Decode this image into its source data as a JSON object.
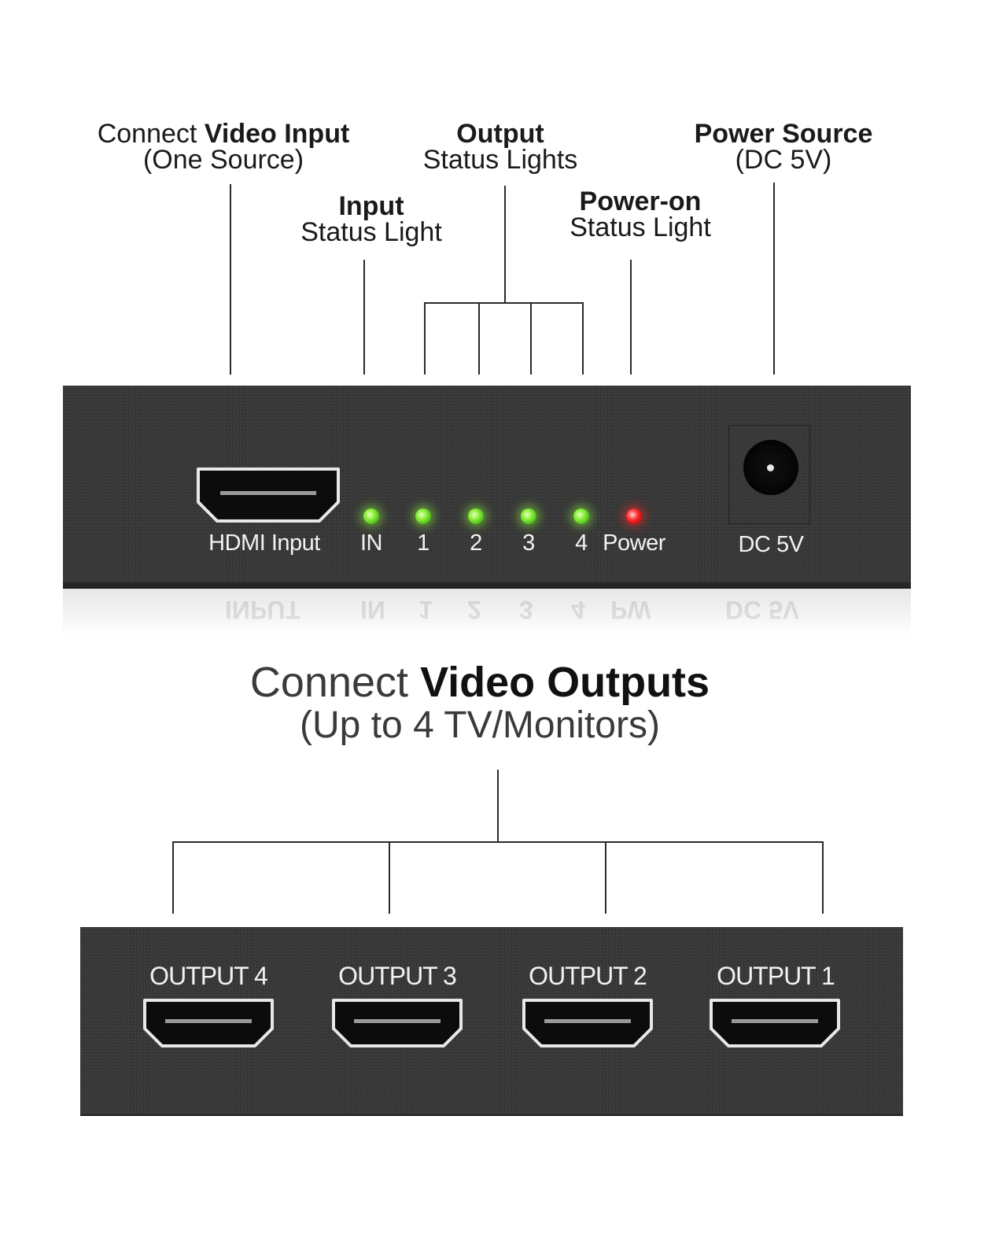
{
  "callouts": {
    "video_input": {
      "light": "Connect ",
      "bold": "Video Input",
      "line2": "(One Source)"
    },
    "input_status": {
      "bold": "Input",
      "line2": "Status Light"
    },
    "output_status": {
      "bold": "Output",
      "line2": "Status Lights"
    },
    "power_on_status": {
      "bold": "Power-on",
      "line2": "Status Light"
    },
    "power_source": {
      "bold": "Power Source",
      "line2": "(DC 5V)"
    }
  },
  "front_panel": {
    "hdmi_input_label": "HDMI Input",
    "leds": [
      {
        "label": "IN",
        "color": "green"
      },
      {
        "label": "1",
        "color": "green"
      },
      {
        "label": "2",
        "color": "green"
      },
      {
        "label": "3",
        "color": "green"
      },
      {
        "label": "4",
        "color": "green"
      },
      {
        "label": "Power",
        "color": "red"
      }
    ],
    "dc_label": "DC 5V",
    "led_colors": {
      "green": "#8ef03c",
      "red": "#ff3030"
    }
  },
  "reflection_text": {
    "input": "INPUT",
    "in": "IN",
    "one": "1",
    "two": "2",
    "three": "3",
    "four": "4",
    "pw": "PW",
    "dc": "DC 5V"
  },
  "outputs_heading": {
    "light": "Connect ",
    "bold": "Video Outputs",
    "line2": "(Up to 4 TV/Monitors)"
  },
  "back_panel": {
    "outputs": [
      {
        "label": "OUTPUT 4"
      },
      {
        "label": "OUTPUT 3"
      },
      {
        "label": "OUTPUT 2"
      },
      {
        "label": "OUTPUT 1"
      }
    ]
  },
  "colors": {
    "panel": "#3a3a3a",
    "line": "#2a2a2a",
    "label_text": "#f2f2f2"
  }
}
